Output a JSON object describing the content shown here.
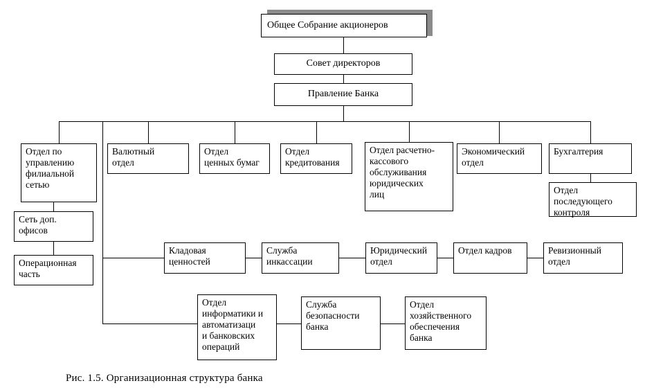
{
  "diagram": {
    "caption": "Рис. 1.5. Организационная структура банка",
    "nodes": {
      "shareholders": "Общее Собрание акционеров",
      "board_of_directors": "Совет директоров",
      "bank_management": "Правление Банка",
      "branch_network": "Отдел по\nуправлению\nфилиальной\nсетью",
      "currency": "Валютный\nотдел",
      "securities": "Отдел\nценных бумаг",
      "credit": "Отдел\nкредитования",
      "settlement": "Отдел расчетно-\nкассового\nобслуживания\nюридических\nлиц",
      "economic": "Экономический\nотдел",
      "accounting": "Бухгалтерия",
      "follow_up_control": "Отдел\nпоследующего\nконтроля",
      "branch_offices": "Сеть доп.\nофисов",
      "operations": "Операционная\nчасть",
      "vault": "Кладовая\nценностей",
      "collection": "Служба\nинкассации",
      "legal": "Юридический\nотдел",
      "hr": "Отдел кадров",
      "audit": "Ревизионный\nотдел",
      "it": "Отдел\nинформатики и\nавтоматизаци\nи банковских\nопераций",
      "security": "Служба\nбезопасности\nбанка",
      "facilities": "Отдел\nхозяйственного\nобеспечения\nбанка"
    }
  }
}
